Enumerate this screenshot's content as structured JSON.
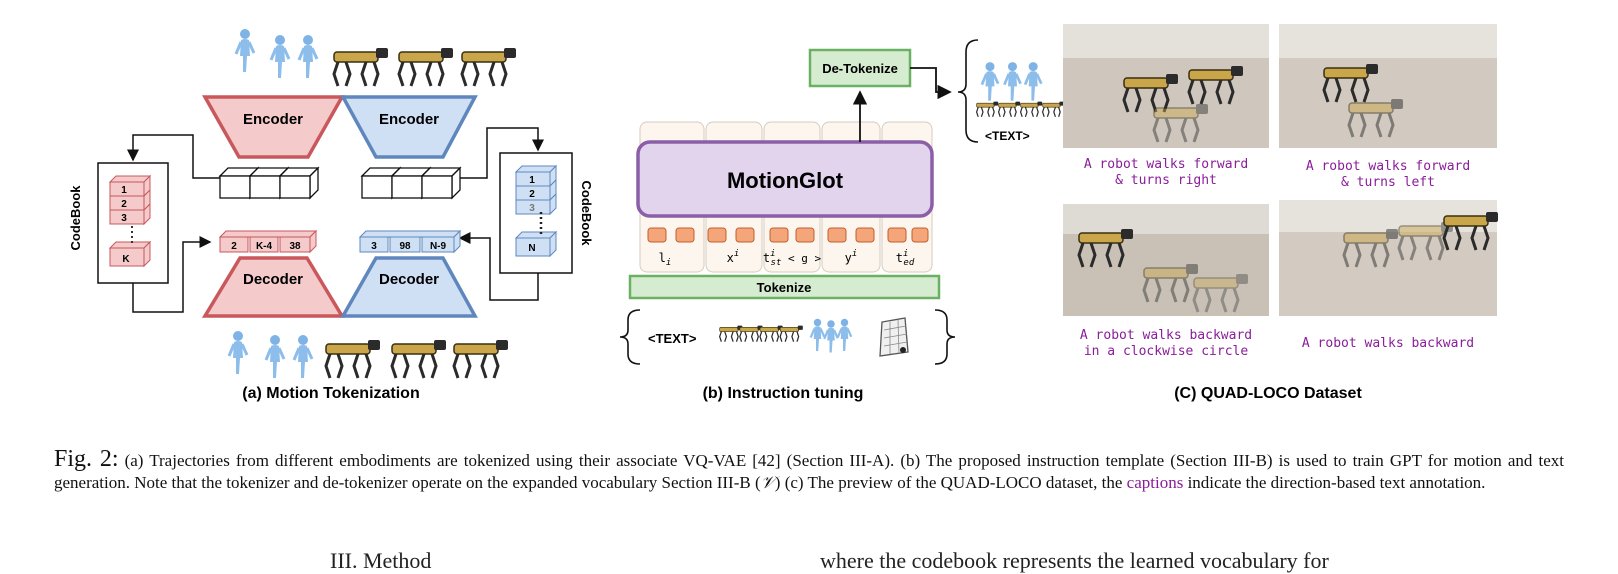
{
  "panel_a": {
    "encoder_left": "Encoder",
    "encoder_right": "Encoder",
    "decoder_left": "Decoder",
    "decoder_right": "Decoder",
    "codebook_left_label": "CodeBook",
    "codebook_right_label": "CodeBook",
    "codebook_left_entries": [
      "1",
      "2",
      "3",
      "K"
    ],
    "codebook_right_entries": [
      "1",
      "2",
      "3",
      "N"
    ],
    "tokens_left": [
      "2",
      "K-4",
      "38"
    ],
    "tokens_right": [
      "3",
      "98",
      "N-9"
    ],
    "caption": "(a) Motion Tokenization"
  },
  "panel_b": {
    "detokenize": "De-Tokenize",
    "model": "MotionGlot",
    "tokenize": "Tokenize",
    "slots": [
      "l",
      "x",
      "t",
      "y",
      "t"
    ],
    "slot_sup": [
      "",
      "i",
      "i",
      "i",
      "i"
    ],
    "slot_sub": [
      "i",
      "",
      "st",
      "",
      "ed"
    ],
    "slot_extra": [
      "",
      "",
      " < g >",
      "",
      ""
    ],
    "text_token_bottom": "<TEXT>",
    "text_token_top": "<TEXT>",
    "caption": "(b) Instruction tuning"
  },
  "panel_c": {
    "captions": [
      "A robot walks forward\n& turns right",
      "A robot walks forward\n& turns left",
      "A robot walks backward\nin a clockwise circle",
      "A robot walks backward"
    ],
    "caption": "(C) QUAD-LOCO Dataset"
  },
  "figure_caption": {
    "fig_no": "Fig. 2:",
    "part1": "(a) Trajectories from different embodiments are tokenized using their associate VQ-VAE [42] (Section III-A). (b) The proposed instruction template (Section III-B) is used to train GPT for motion and text generation. Note that the tokenizer and de-tokenizer operate on the expanded vocabulary Section III-B (",
    "vocab_symbol": "𝒱",
    "part2": ") (c) The preview of the QUAD-LOCO dataset, the ",
    "highlight": "captions",
    "part3": " indicate the direction-based text annotation."
  },
  "section_heading": "III.  Method",
  "col2_fragment": "where the codebook represents the learned vocabulary for",
  "colors": {
    "encoder_red_fill": "#f4caca",
    "encoder_red_stroke": "#c9585d",
    "encoder_blue_fill": "#cfe0f5",
    "encoder_blue_stroke": "#5f87bd",
    "model_fill": "#e3d4ee",
    "model_stroke": "#8a5fa8",
    "tokenize_fill": "#d6ecd0",
    "tokenize_stroke": "#6bb164",
    "caption_purple": "#8a1d9a",
    "slot_orange": "#f5a57a"
  }
}
